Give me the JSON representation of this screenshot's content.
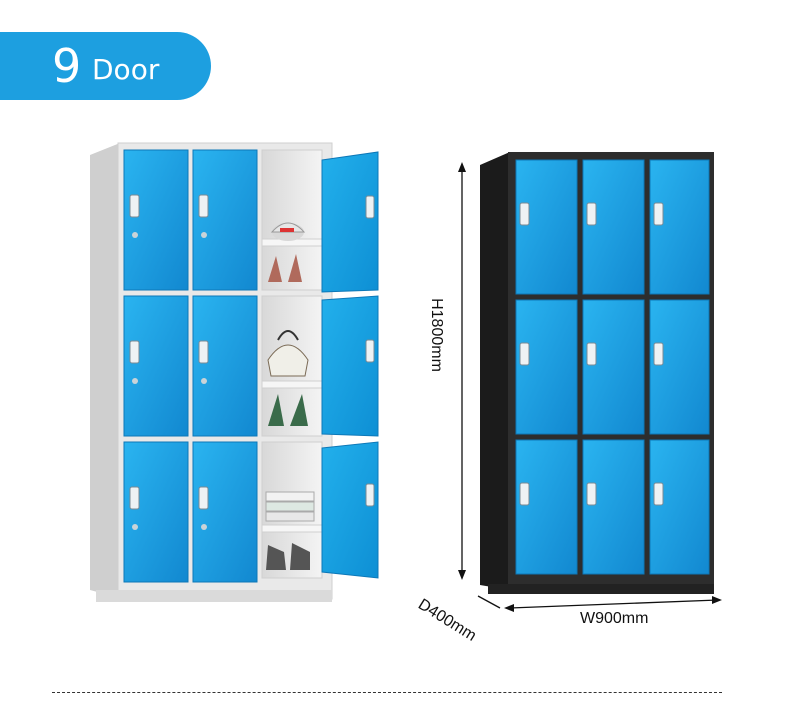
{
  "badge": {
    "number": "9",
    "word": "Door"
  },
  "dimensions": {
    "height": "H1800mm",
    "depth": "D400mm",
    "width": "W900mm"
  },
  "colors": {
    "badge": "#1d9fe0",
    "door_blue": "#1a9be0",
    "cabinet_white": "#e4e4e4",
    "cabinet_black": "#2a2a2a"
  }
}
